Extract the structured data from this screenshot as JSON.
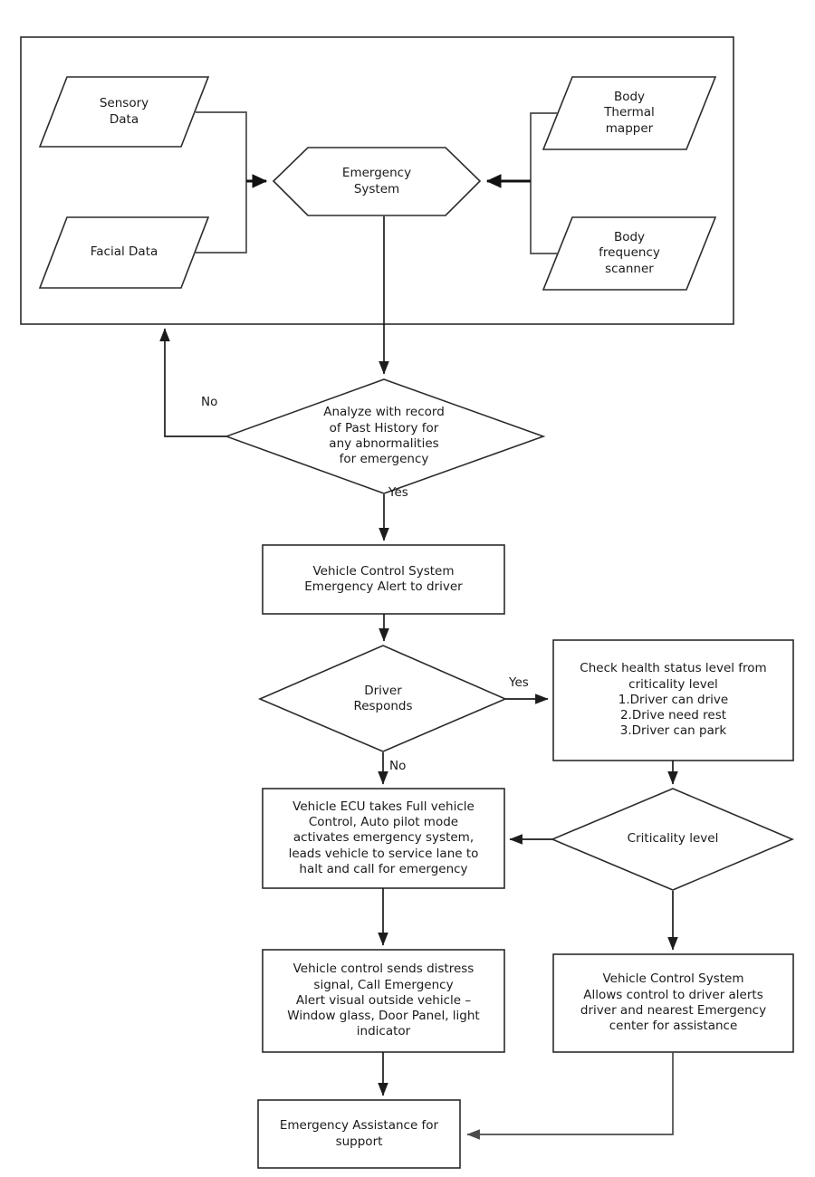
{
  "diagram": {
    "title": "Emergency System Vehicle Flowchart",
    "stroke_color": "#2b2b2b",
    "connector_color": "#1c1c1c",
    "background": "#ffffff"
  },
  "container": {
    "label": "sensor-input-group"
  },
  "nodes": {
    "sensory_data": "Sensory\nData",
    "facial_data": "Facial Data",
    "body_thermal_mapper": "Body\nThermal\nmapper",
    "body_frequency_scanner": "Body\nfrequency\nscanner",
    "emergency_system": "Emergency\nSystem",
    "analyze_history": "Analyze with record\nof Past History for\nany abnormalities\nfor emergency",
    "vehicle_control_alert": "Vehicle Control System\nEmergency Alert to driver",
    "driver_responds": "Driver\nResponds",
    "check_health_status": "Check health status level from\ncriticality level\n1.Driver can drive\n2.Drive need rest\n3.Driver can park",
    "criticality_level": "Criticality level",
    "vehicle_ecu_control": "Vehicle ECU takes Full vehicle\nControl, Auto pilot mode\nactivates emergency system,\nleads vehicle to service lane to\nhalt and call for emergency",
    "distress_signal": "Vehicle control sends distress\nsignal, Call Emergency\nAlert visual outside vehicle –\nWindow glass, Door Panel, light\nindicator",
    "vehicle_control_allows": "Vehicle Control System\nAllows control to driver alerts\ndriver and nearest Emergency\ncenter for assistance",
    "emergency_assistance": "Emergency Assistance for support"
  },
  "edge_labels": {
    "analyze_no": "No",
    "analyze_yes": "Yes",
    "driver_yes": "Yes",
    "driver_no": "No"
  }
}
